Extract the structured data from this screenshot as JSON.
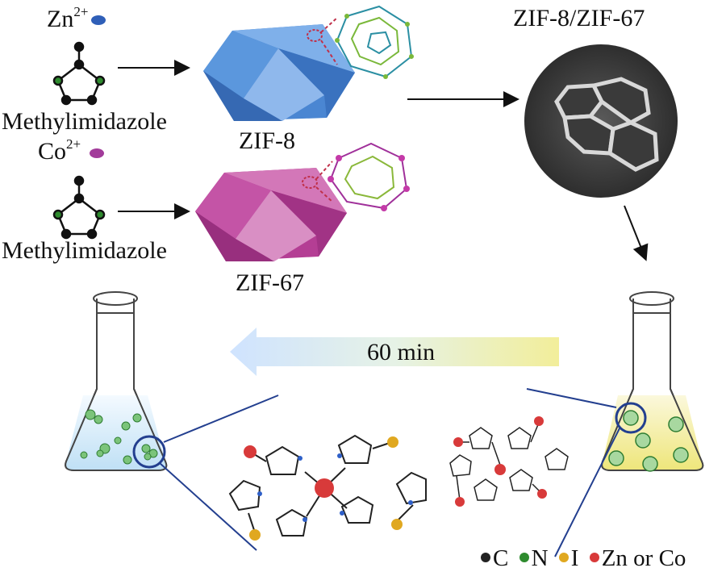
{
  "precursors": [
    {
      "ion_base": "Zn",
      "ion_charge": "2+",
      "ligand": "Methylimidazole",
      "ion_color": "#2f5fb8"
    },
    {
      "ion_base": "Co",
      "ion_charge": "2+",
      "ligand": "Methylimidazole",
      "ion_color": "#a23b9a"
    }
  ],
  "crystals": [
    {
      "label": "ZIF-8",
      "color": "#4a86d2"
    },
    {
      "label": "ZIF-67",
      "color": "#b43e94"
    }
  ],
  "composite_label": "ZIF-8/ZIF-67",
  "time_label": "60 min",
  "legend": [
    {
      "symbol": "C",
      "color": "#222222"
    },
    {
      "symbol": "N",
      "color": "#2e8b2e"
    },
    {
      "symbol": "I",
      "color": "#e0a820"
    },
    {
      "symbol": "Zn or Co",
      "color": "#d83a3a"
    }
  ]
}
